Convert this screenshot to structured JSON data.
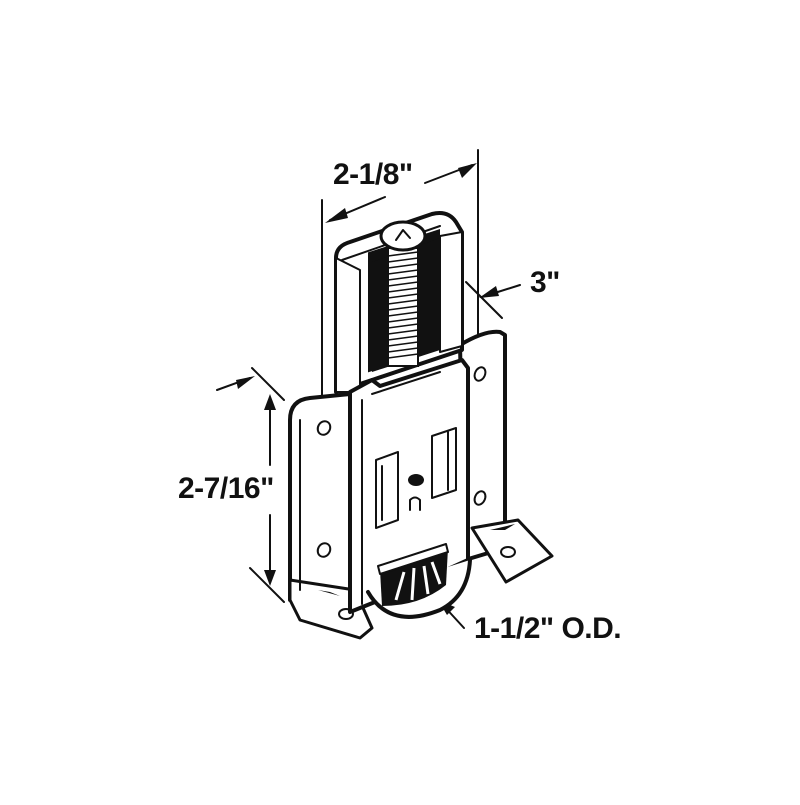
{
  "diagram": {
    "subject": "sliding door roller assembly",
    "colors": {
      "line": "#111111",
      "background": "#ffffff"
    },
    "dimensions": {
      "width": {
        "label": "2-1/8\"",
        "meaning": "overall width"
      },
      "depth": {
        "label": "3\"",
        "meaning": "overall height/depth"
      },
      "height": {
        "label": "2-7/16\"",
        "meaning": "mounting plate height"
      },
      "wheel": {
        "label": "1-1/2\" O.D.",
        "meaning": "wheel outside diameter"
      }
    }
  }
}
